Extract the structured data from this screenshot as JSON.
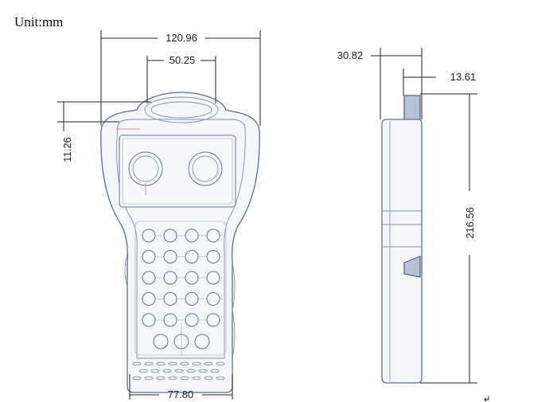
{
  "unit_label": "Unit:mm",
  "dimensions": {
    "overall_width": "120.96",
    "top_ring_width": "50.25",
    "top_ring_height": "11.26",
    "bottom_width": "77.80",
    "side_total_depth": "30.82",
    "side_thin_depth": "13.61",
    "side_height": "216.56"
  },
  "keypad": {
    "rows": 5,
    "cols": 4,
    "bottom_keys": 3
  },
  "colors": {
    "outline": "#5d6f8f",
    "dimension": "#222222",
    "accent": "#e07070"
  }
}
